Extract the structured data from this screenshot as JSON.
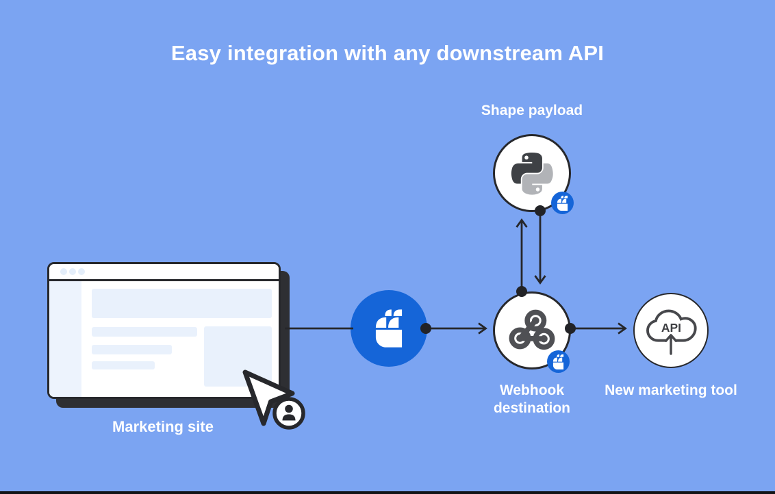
{
  "title": "Easy integration with any downstream API",
  "labels": {
    "shape_payload": "Shape payload",
    "webhook_destination": "Webhook destination",
    "new_marketing_tool": "New marketing tool",
    "marketing_site": "Marketing site"
  },
  "cloud": {
    "api_text": "API"
  },
  "icons": {
    "braze_logo": "braze-logo",
    "python_logo": "python-logo",
    "webhook": "webhook-icon",
    "cloud_api": "cloud-api-icon",
    "cursor": "cursor-arrow-icon",
    "person_badge": "person-badge-icon"
  },
  "colors": {
    "background": "#7BA4F2",
    "accent_blue": "#1565D8",
    "ink": "#27282C",
    "node_fill": "#FFFFFF",
    "pale_ui_block": "#E9F1FC",
    "python_dark": "#3E4145",
    "python_light": "#B1B3B7",
    "icon_gray": "#4F5054"
  }
}
